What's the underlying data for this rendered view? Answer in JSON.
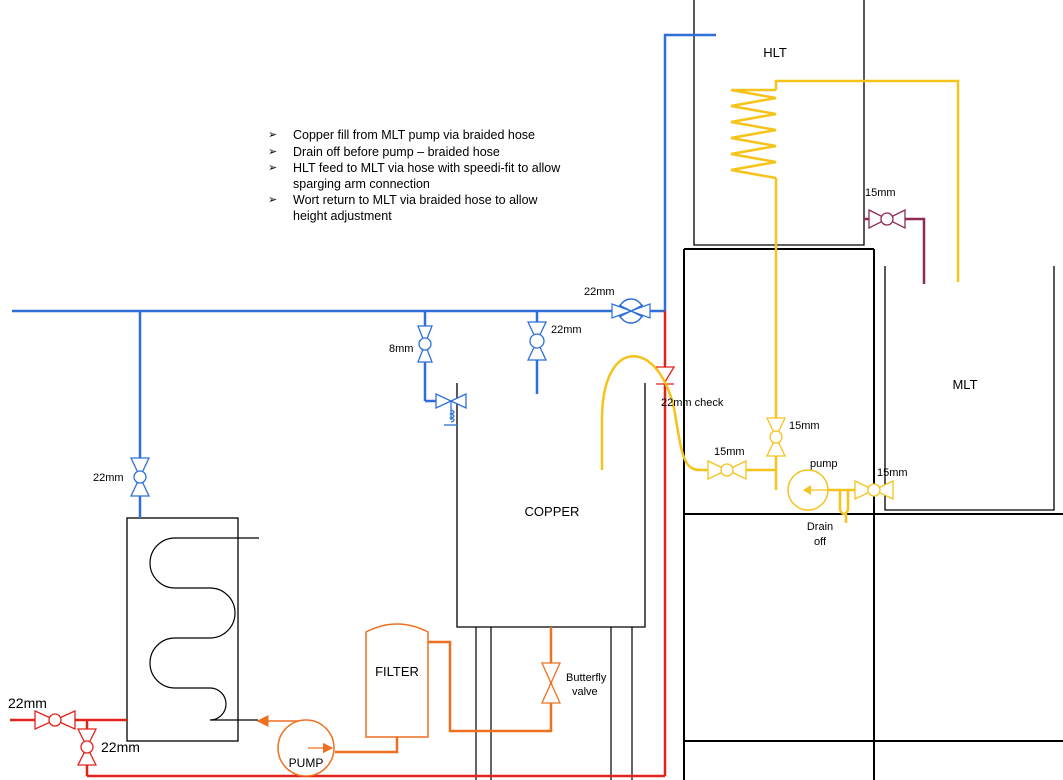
{
  "notes": [
    "Copper fill from MLT pump via braided hose",
    "Drain off before pump – braided hose",
    "HLT feed to MLT via hose with speedi-fit to allow sparging arm connection",
    "Wort return to MLT via braided hose to allow height adjustment"
  ],
  "vessels": {
    "hlt": "HLT",
    "mlt": "MLT",
    "copper": "COPPER",
    "filter": "FILTER",
    "pump_main": "PUMP",
    "pump_small": "pump"
  },
  "labels": {
    "hlt_valve": "15mm",
    "mains_valve_top": "22mm",
    "valve_8mm": "8mm",
    "valve_22mm_mid": "22mm",
    "check_valve": "22mm check",
    "valve_15mm_right": "15mm",
    "valve_15mm_left": "15mm",
    "valve_15mm_mlt": "15mm",
    "drain_line1": "Drain",
    "drain_line2": "off",
    "chiller_valve": "22mm",
    "inlet_valve": "22mm",
    "bottom_valve": "22mm",
    "butterfly_line1": "Butterfly",
    "butterfly_line2": "valve"
  },
  "colors": {
    "cold_water": "#2e6fd8",
    "hot_wort": "#e2231a",
    "hot_liquor": "#f6c21c",
    "filter_line": "#ee7122",
    "hlt_line": "#8c2c55",
    "frame": "#000000"
  }
}
